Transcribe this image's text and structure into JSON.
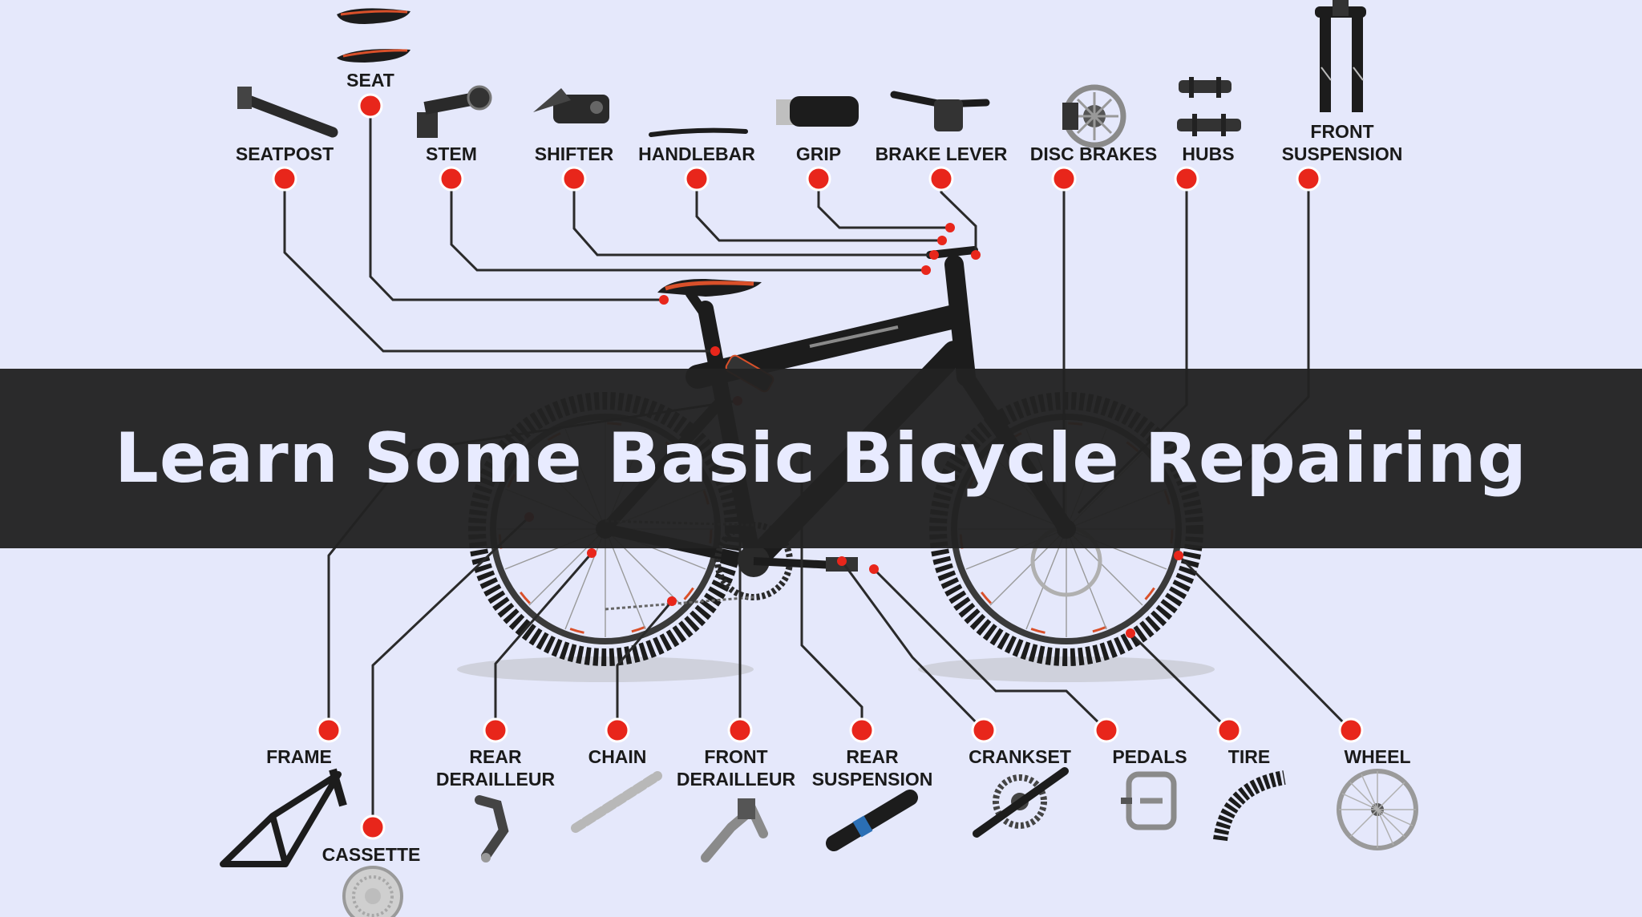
{
  "title": "Learn Some Basic Bicycle Repairing",
  "colors": {
    "background": "#e5e8fb",
    "banner": "#222222",
    "title_text": "#e8ebff",
    "callout_dot": "#e8261b",
    "leader_line": "#2a2a2a",
    "bike_frame": "#1c1c1c",
    "rim_accent": "#d9502a"
  },
  "parts": {
    "seat": "SEAT",
    "seatpost": "SEATPOST",
    "stem": "STEM",
    "shifter": "SHIFTER",
    "handlebar": "HANDLEBAR",
    "grip": "GRIP",
    "brake_lever": "BRAKE LEVER",
    "disc_brakes": "DISC BRAKES",
    "hubs": "HUBS",
    "front_suspension": [
      "FRONT",
      "SUSPENSION"
    ],
    "frame": "FRAME",
    "cassette": "CASSETTE",
    "rear_derailleur": [
      "REAR",
      "DERAILLEUR"
    ],
    "chain": "CHAIN",
    "front_derailleur": [
      "FRONT",
      "DERAILLEUR"
    ],
    "rear_suspension": [
      "REAR",
      "SUSPENSION"
    ],
    "crankset": "CRANKSET",
    "pedals": "PEDALS",
    "tire": "TIRE",
    "wheel": "WHEEL"
  },
  "icons": [
    "seat-icon",
    "seatpost-icon",
    "stem-icon",
    "shifter-icon",
    "handlebar-icon",
    "grip-icon",
    "brake-lever-icon",
    "disc-brake-icon",
    "hubs-icon",
    "front-suspension-icon",
    "frame-icon",
    "cassette-icon",
    "rear-derailleur-icon",
    "chain-icon",
    "front-derailleur-icon",
    "rear-suspension-icon",
    "crankset-icon",
    "pedals-icon",
    "tire-icon",
    "wheel-icon",
    "bicycle-illustration"
  ]
}
